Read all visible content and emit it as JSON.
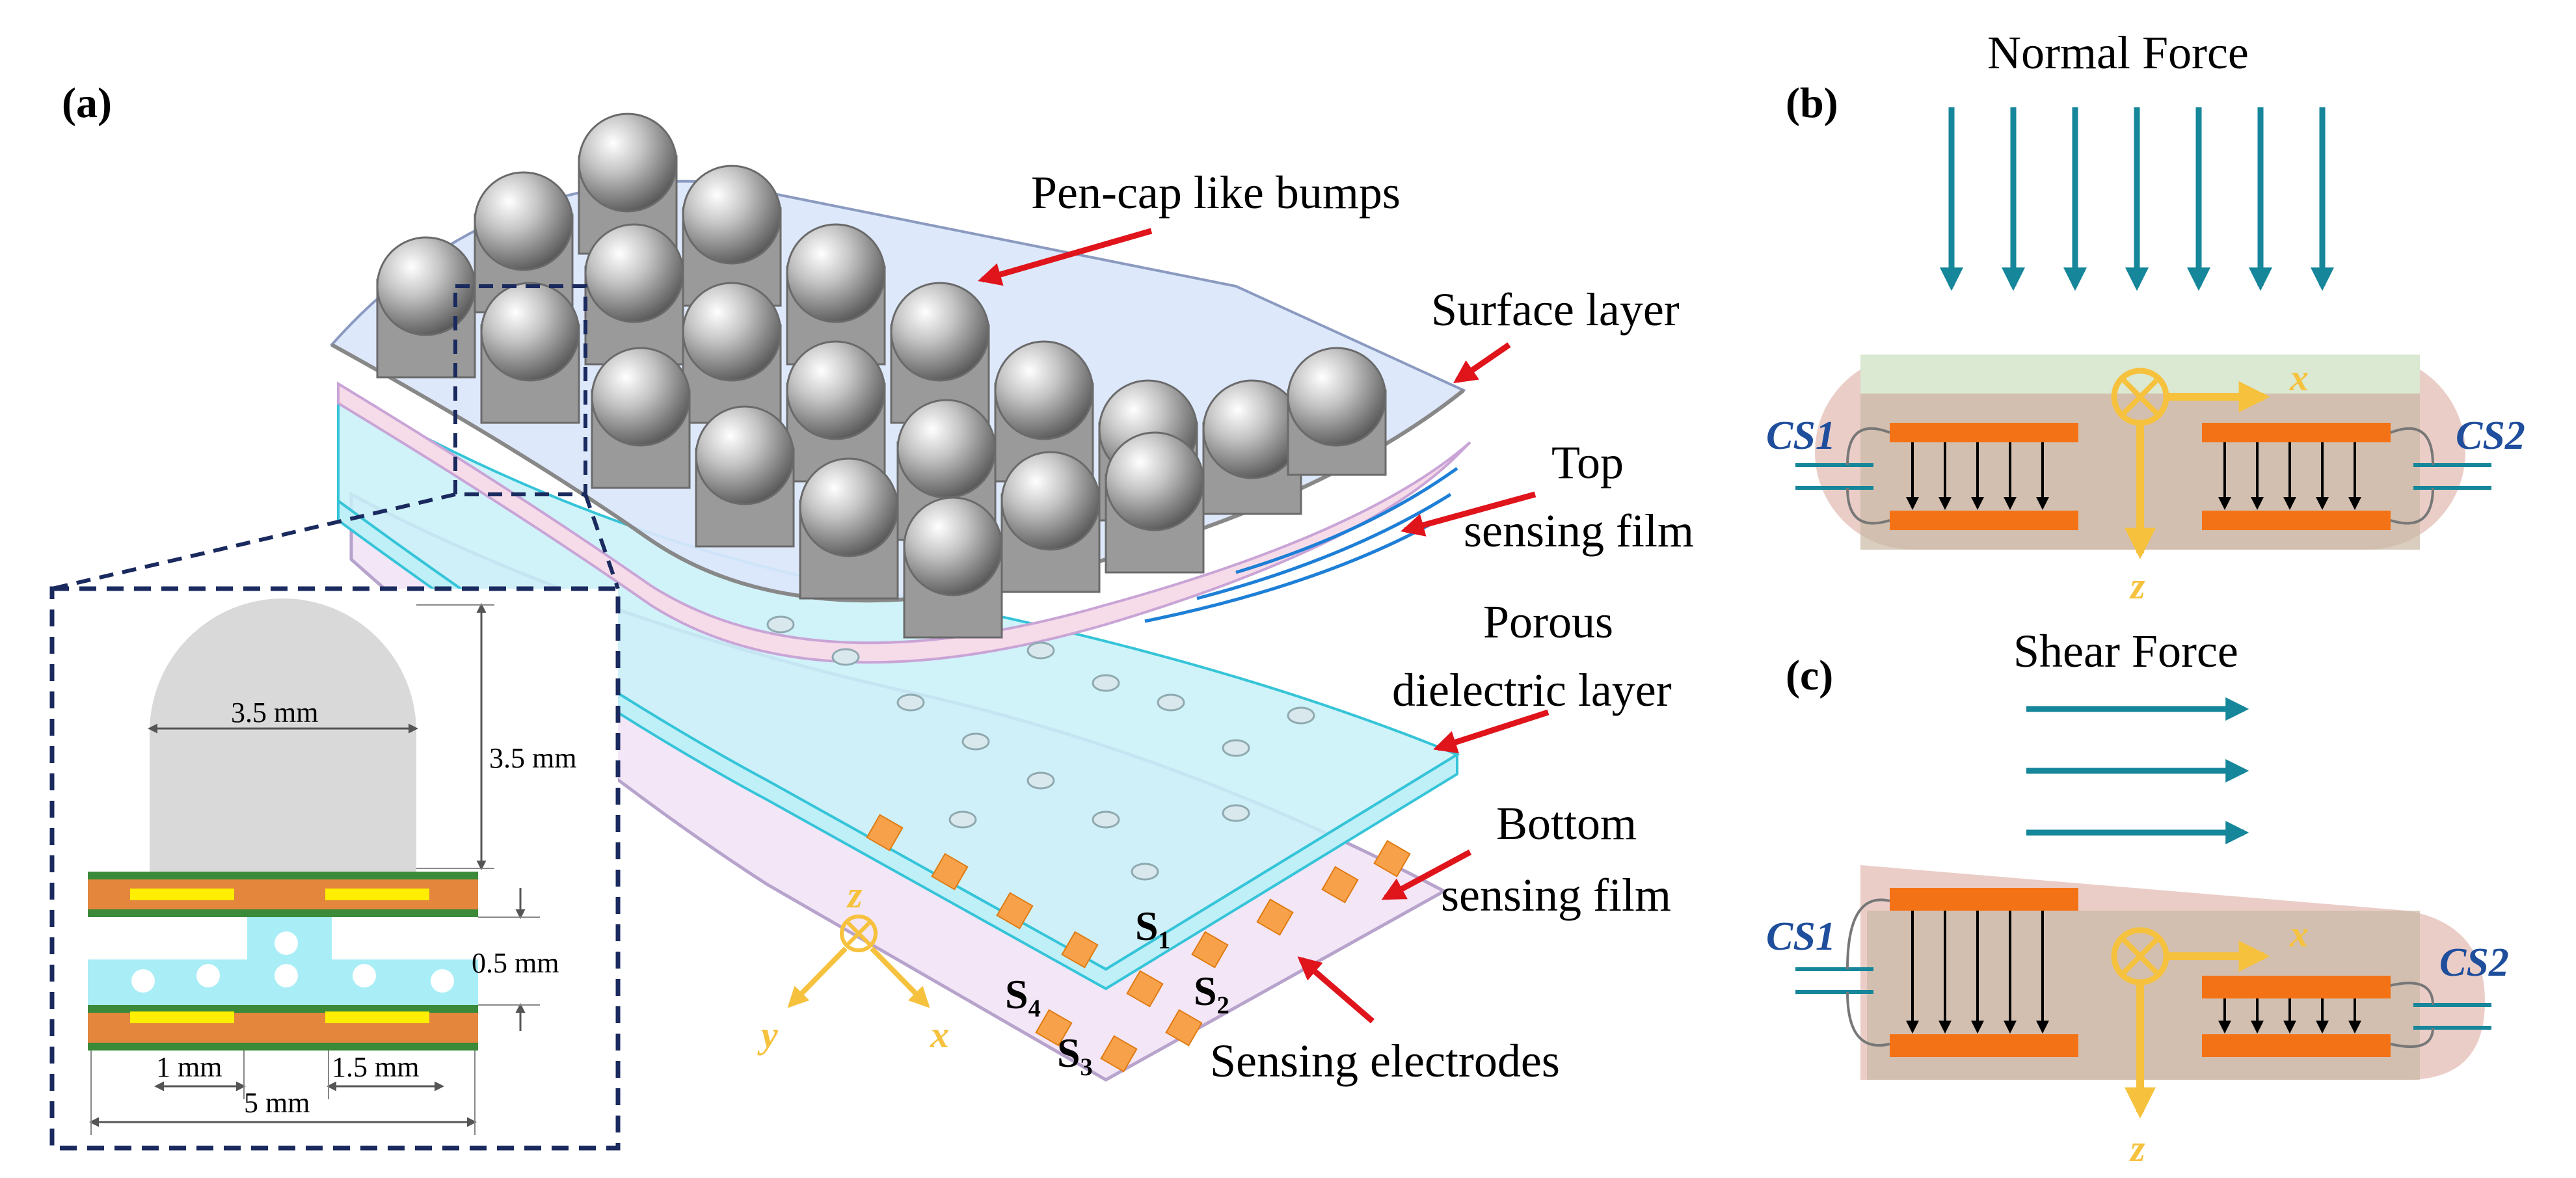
{
  "panels": {
    "a": "(a)",
    "b": "(b)",
    "c": "(c)"
  },
  "labels": {
    "bumps": "Pen-cap like bumps",
    "surface": "Surface layer",
    "top_film_1": "Top",
    "top_film_2": "sensing film",
    "porous_1": "Porous",
    "porous_2": "dielectric layer",
    "bottom_film_1": "Bottom",
    "bottom_film_2": "sensing film",
    "electrodes": "Sensing electrodes"
  },
  "sensors": {
    "s1": "S₁",
    "s2": "S₂",
    "s3": "S₃",
    "s4": "S₄"
  },
  "axes": {
    "x": "x",
    "y": "y",
    "z": "z"
  },
  "dimensions": {
    "width_bump": "3.5 mm",
    "height_bump": "3.5 mm",
    "gap": "0.5 mm",
    "pitch_a": "1 mm",
    "pitch_b": "1.5 mm",
    "total": "5 mm"
  },
  "panel_b": {
    "title": "Normal Force",
    "cs1": "CS1",
    "cs2": "CS2"
  },
  "panel_c": {
    "title": "Shear Force",
    "cs1": "CS1",
    "cs2": "CS2"
  },
  "colors": {
    "red_arrow": "#e0141b",
    "teal_arrow": "#16869a",
    "electrode": "#f47216",
    "axis_yellow": "#f6c23e",
    "dark_blue": "#1a2a5e",
    "bump_gray": "#9a9a9a"
  }
}
